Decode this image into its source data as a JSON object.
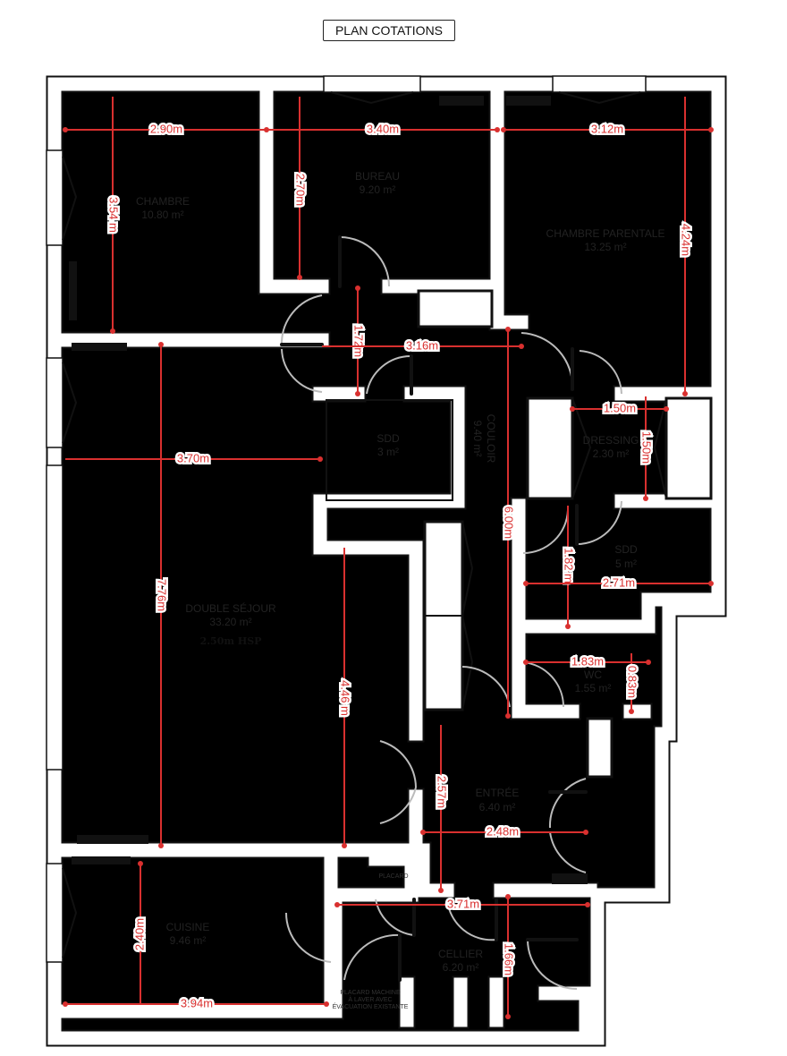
{
  "title": "PLAN COTATIONS",
  "rooms": [
    {
      "name": "CHAMBRE",
      "area": "10.80 m²"
    },
    {
      "name": "BUREAU",
      "area": "9.20 m²"
    },
    {
      "name": "CHAMBRE PARENTALE",
      "area": "13.25 m²"
    },
    {
      "name": "SDD",
      "area": "3 m²"
    },
    {
      "name": "COULOIR",
      "area": "9.40 m²"
    },
    {
      "name": "DRESSING",
      "area": "2.30 m²"
    },
    {
      "name": "SDD",
      "area": "5 m²"
    },
    {
      "name": "DOUBLE SÉJOUR",
      "area": "33.20 m²",
      "note": "2.50m HSP"
    },
    {
      "name": "WC",
      "area": "1.55 m²"
    },
    {
      "name": "ENTRÉE",
      "area": "6.40 m²"
    },
    {
      "name": "CUISINE",
      "area": "9.46 m²"
    },
    {
      "name": "CELLIER",
      "area": "6.20 m²"
    }
  ],
  "labels": {
    "placard": "PLACARD",
    "machine_1": "PLACARD MACHINE",
    "machine_2": "À LAVER AVEC",
    "machine_3": "ÉVACUATION EXISTANTE"
  },
  "dimensions": [
    "2.90m",
    "3.40m",
    "3.12m",
    "3.54 m",
    "2.70m",
    "4.24m",
    "1.72m",
    "3.16m",
    "3.70m",
    "7.76m",
    "4.46 m",
    "6.00m",
    "1.50m",
    "1.50m",
    "1.82 m",
    "2.71m",
    "1.83m",
    "0.83m",
    "2.57m",
    "2.48m",
    "3.71m",
    "1.66m",
    "2.40m",
    "3.94m"
  ],
  "colors": {
    "dimension": "#d9302f",
    "wall": "#111111"
  }
}
